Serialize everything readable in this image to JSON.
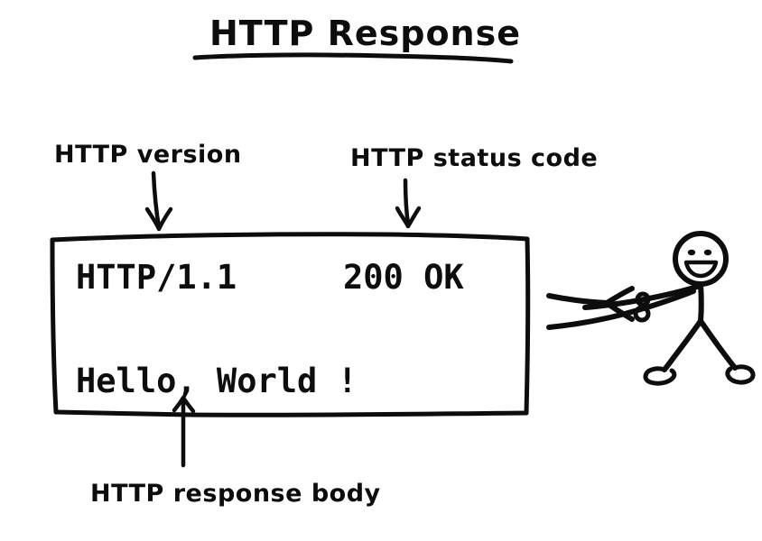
{
  "diagram": {
    "title": "HTTP Response",
    "background_color": "#ffffff",
    "ink_color": "#0d0d0d",
    "labels": {
      "version_label": "HTTP version",
      "status_label": "HTTP status code",
      "body_label": "HTTP response body"
    },
    "response_box": {
      "status_line": "HTTP/1.1",
      "status_code": "200 OK",
      "body_line": "Hello, World !"
    },
    "figure": {
      "name": "smiling stick figure",
      "expression": "smiling",
      "gesture": "pointing left at the response box"
    },
    "icons": {
      "arrow_down_version": "arrow-down-icon",
      "arrow_down_status": "arrow-down-icon",
      "arrow_up_body": "arrow-up-icon",
      "arrow_left_pointer": "arrow-left-icon",
      "title_underline": "underline-rule"
    }
  }
}
